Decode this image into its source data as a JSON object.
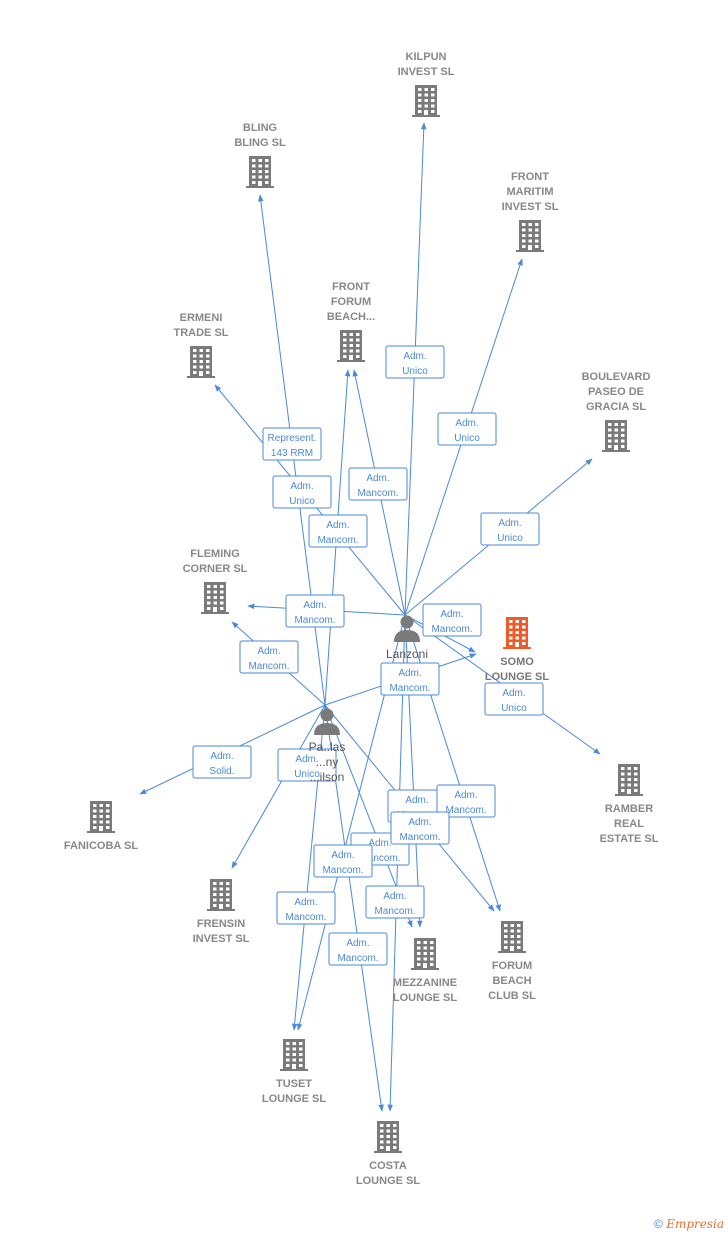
{
  "colors": {
    "edge": "#4a8ad8",
    "company": "#7a7a7a",
    "company_highlight": "#f05a28",
    "person": "#7a7a7a",
    "label": "#888888"
  },
  "nodes": [
    {
      "id": "kilpun",
      "type": "company",
      "lines": [
        "KILPUN",
        "INVEST  SL"
      ]
    },
    {
      "id": "bling",
      "type": "company",
      "lines": [
        "BLING",
        "BLING  SL"
      ]
    },
    {
      "id": "frontmaritim",
      "type": "company",
      "lines": [
        "FRONT",
        "MARITIM",
        "INVEST  SL"
      ]
    },
    {
      "id": "frontforum",
      "type": "company",
      "lines": [
        "FRONT",
        "FORUM",
        "BEACH..."
      ]
    },
    {
      "id": "ermeni",
      "type": "company",
      "lines": [
        "ERMENI",
        "TRADE  SL"
      ]
    },
    {
      "id": "boulevard",
      "type": "company",
      "lines": [
        "BOULEVARD",
        "PASEO DE",
        "GRACIA  SL"
      ]
    },
    {
      "id": "fleming",
      "type": "company",
      "lines": [
        "FLEMING",
        "CORNER  SL"
      ]
    },
    {
      "id": "somo",
      "type": "company",
      "highlight": true,
      "lines": [
        "SOMO",
        "LOUNGE  SL"
      ]
    },
    {
      "id": "ramber",
      "type": "company",
      "lines": [
        "RAMBER",
        "REAL",
        "ESTATE  SL"
      ]
    },
    {
      "id": "fanicoba",
      "type": "company",
      "lines": [
        "FANICOBA  SL"
      ]
    },
    {
      "id": "frensin",
      "type": "company",
      "lines": [
        "FRENSIN",
        "INVEST  SL"
      ]
    },
    {
      "id": "mezzanine",
      "type": "company",
      "lines": [
        "MEZZANINE",
        "LOUNGE  SL"
      ]
    },
    {
      "id": "forumbeach",
      "type": "company",
      "lines": [
        "FORUM",
        "BEACH",
        "CLUB  SL"
      ]
    },
    {
      "id": "tuset",
      "type": "company",
      "lines": [
        "TUSET",
        "LOUNGE  SL"
      ]
    },
    {
      "id": "costa",
      "type": "company",
      "lines": [
        "COSTA",
        "LOUNGE  SL"
      ]
    },
    {
      "id": "lanzoni",
      "type": "person",
      "lines": [
        "Lanzoni"
      ]
    },
    {
      "id": "person2",
      "type": "person",
      "lines": [
        "Pa..las",
        "...ny",
        "...ilson"
      ]
    }
  ],
  "edges": [
    {
      "from": "lanzoni",
      "to": "kilpun",
      "label": [
        "Adm.",
        "Unico"
      ]
    },
    {
      "from": "lanzoni",
      "to": "frontmaritim",
      "label": [
        "Adm.",
        "Unico"
      ]
    },
    {
      "from": "lanzoni",
      "to": "frontforum",
      "label": [
        "Adm.",
        "Mancom."
      ]
    },
    {
      "from": "lanzoni",
      "to": "boulevard",
      "label": [
        "Adm.",
        "Unico"
      ]
    },
    {
      "from": "lanzoni",
      "to": "ermeni",
      "label": [
        "Adm.",
        "Mancom."
      ]
    },
    {
      "from": "lanzoni",
      "to": "fleming",
      "label": [
        "Adm.",
        "Mancom."
      ]
    },
    {
      "from": "lanzoni",
      "to": "somo",
      "label": [
        "Adm.",
        "Mancom."
      ]
    },
    {
      "from": "lanzoni",
      "to": "ramber",
      "label": [
        "Adm.",
        "Unico"
      ]
    },
    {
      "from": "lanzoni",
      "to": "mezzanine",
      "label": [
        "Adm.",
        "Mancom."
      ]
    },
    {
      "from": "lanzoni",
      "to": "forumbeach",
      "label": [
        "Adm.",
        "Mancom."
      ]
    },
    {
      "from": "lanzoni",
      "to": "tuset",
      "label": [
        "Adm.",
        "Mancom."
      ]
    },
    {
      "from": "lanzoni",
      "to": "costa",
      "label": [
        "Adm.",
        "Mancom."
      ]
    },
    {
      "from": "person2",
      "to": "bling",
      "label": [
        "Represent.",
        "143 RRM"
      ]
    },
    {
      "from": "person2",
      "to": "frontforum",
      "label": [
        "Adm.",
        "Unico"
      ]
    },
    {
      "from": "person2",
      "to": "fleming",
      "label": [
        "Adm.",
        "Mancom."
      ]
    },
    {
      "from": "person2",
      "to": "somo",
      "label": [
        "Adm.",
        "Mancom."
      ]
    },
    {
      "from": "person2",
      "to": "fanicoba",
      "label": [
        "Adm.",
        "Solid."
      ]
    },
    {
      "from": "person2",
      "to": "frensin",
      "label": [
        "Adm.",
        "Unico"
      ]
    },
    {
      "from": "person2",
      "to": "mezzanine",
      "label": [
        "Adm.",
        "Mancom."
      ]
    },
    {
      "from": "person2",
      "to": "forumbeach",
      "label": [
        "Adm.",
        "Mancom."
      ]
    },
    {
      "from": "person2",
      "to": "tuset",
      "label": [
        "Adm.",
        "Mancom."
      ]
    },
    {
      "from": "person2",
      "to": "costa",
      "label": [
        "Adm.",
        "Mancom."
      ]
    }
  ],
  "footer": {
    "copyright": "©",
    "brand": "Empresia"
  }
}
